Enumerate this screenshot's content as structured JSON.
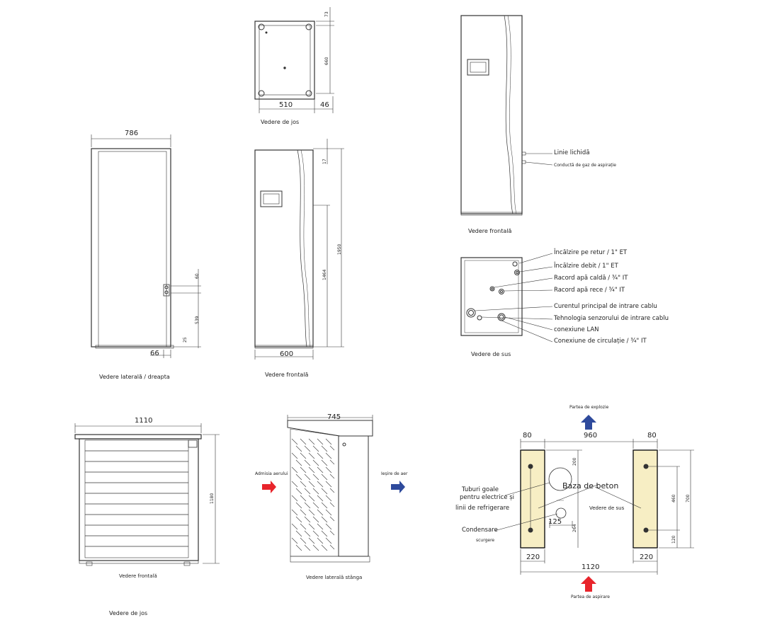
{
  "captions": {
    "bottom_view_top": "Vedere de jos",
    "side_right": "Vedere laterală / dreapta",
    "front_center": "Vedere frontală",
    "front_right": "Vedere frontală",
    "top_view_right": "Vedere de sus",
    "outdoor_front": "Vedere frontală",
    "outdoor_side_left": "Vedere laterală stânga",
    "bottom_view_bottom": "Vedere de jos",
    "foundation_top_view": "Vedere de sus"
  },
  "dimensions": {
    "d510": "510",
    "d46": "46",
    "d73": "73",
    "d660": "660",
    "d786": "786",
    "d66": "66",
    "d60": "60",
    "d539": "539",
    "d25": "25",
    "d600": "600",
    "d17": "17",
    "d1464": "1464",
    "d1950": "1950",
    "d1110": "1110",
    "d1180": "1180",
    "d745": "745",
    "d80a": "80",
    "d960": "960",
    "d80b": "80",
    "d220a": "220",
    "d1120": "1120",
    "d220b": "220",
    "d125": "125",
    "d200": "200",
    "d264": "264",
    "d460": "460",
    "d700": "700",
    "d120": "120"
  },
  "labels": {
    "liquid_line": "Linie lichidă",
    "suction_gas": "Conductă de gaz de aspirație",
    "heat_return": "Încălzire pe retur / 1\" ET",
    "heat_flow": "Încălzire debit / 1\" ET",
    "hot_water": "Racord apă caldă / ¾\" IT",
    "cold_water": "Racord apă rece / ¾\" IT",
    "main_power": "Curentul principal de intrare cablu",
    "sensor_cable": "Tehnologia senzorului de intrare cablu",
    "lan": "conexiune LAN",
    "circulation": "Conexiune de circulație / ¾\" IT",
    "air_intake": "Admisia aerului",
    "air_outlet": "Ieșire de aer",
    "blow_side": "Partea de explozie",
    "suction_side": "Partea de aspirare",
    "concrete_base": "Baza de beton",
    "empty_pipes_1": "Tuburi goale",
    "empty_pipes_2": "pentru electrice și",
    "empty_pipes_3": "linii de refrigerare",
    "condensate": "Condensare",
    "drain": "scurgere"
  },
  "colors": {
    "arrow_red": "#e8242b",
    "arrow_blue": "#2e4a9c",
    "concrete": "#f7eec4"
  }
}
